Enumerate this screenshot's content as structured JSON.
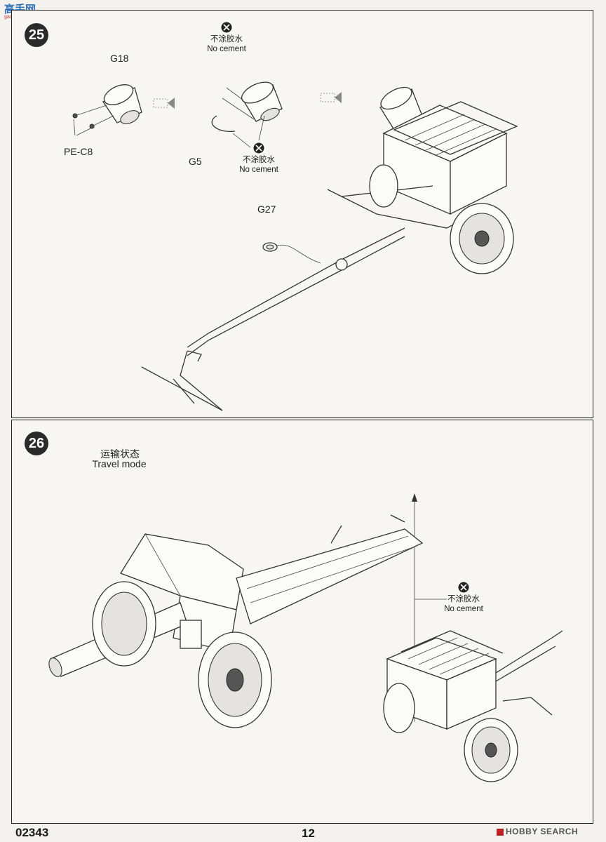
{
  "watermark": {
    "main": "高手网",
    "sub": "gao-shou.com"
  },
  "step25": {
    "badge": "25",
    "parts": {
      "g18": "G18",
      "pe_c8": "PE-C8",
      "g5": "G5",
      "g27": "G27"
    },
    "nocement_top": {
      "cn": "不涂胶水",
      "en": "No cement"
    },
    "nocement_bottom": {
      "cn": "不涂胶水",
      "en": "No cement"
    }
  },
  "step26": {
    "badge": "26",
    "title_cn": "运输状态",
    "title_en": "Travel mode",
    "nocement": {
      "cn": "不涂胶水",
      "en": "No cement"
    }
  },
  "footer": {
    "code": "02343",
    "page": "12",
    "brand": "HOBBY SEARCH"
  }
}
